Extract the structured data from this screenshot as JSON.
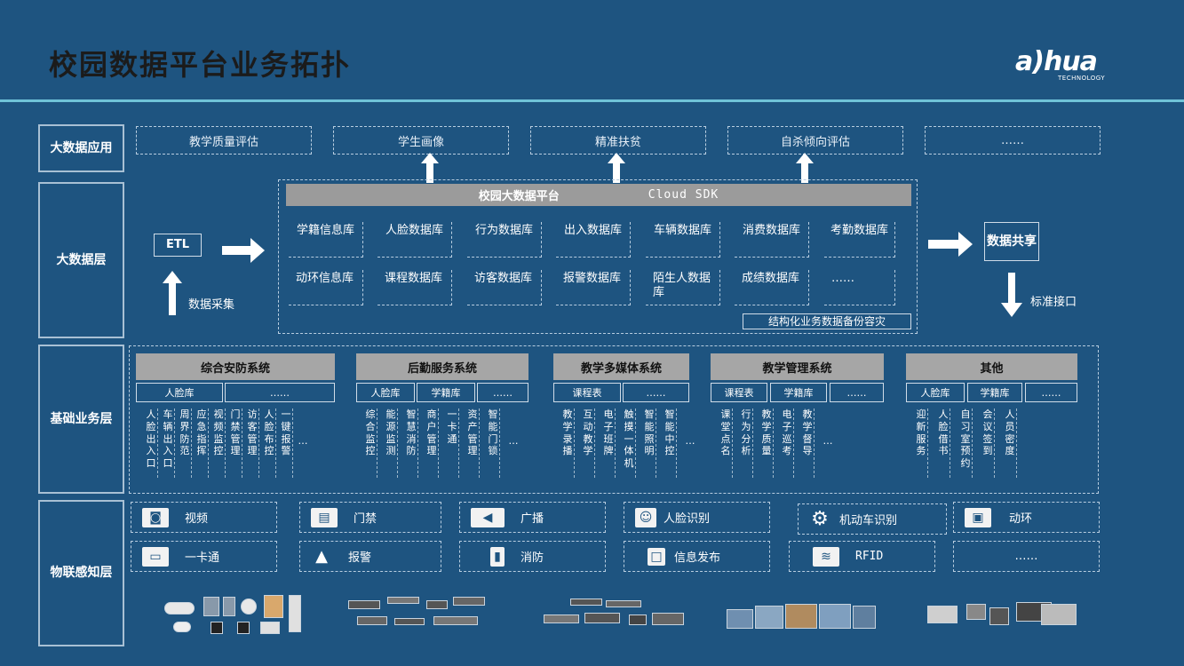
{
  "header": {
    "title": "校园数据平台业务拓扑",
    "logo_main": "a)hua",
    "logo_sub": "TECHNOLOGY"
  },
  "layers": {
    "app": "大数据应用",
    "bigdata": "大数据层",
    "business": "基础业务层",
    "iot": "物联感知层"
  },
  "applications": [
    "教学质量评估",
    "学生画像",
    "精准扶贫",
    "自杀倾向评估",
    "……"
  ],
  "bigdata": {
    "etl": "ETL",
    "collect": "数据采集",
    "platform": "校园大数据平台",
    "sdk": "Cloud SDK",
    "row1": [
      "学籍信息库",
      "人脸数据库",
      "行为数据库",
      "出入数据库",
      "车辆数据库",
      "消费数据库",
      "考勤数据库"
    ],
    "row2": [
      "动环信息库",
      "课程数据库",
      "访客数据库",
      "报警数据库",
      "陌生人数据库",
      "成绩数据库",
      "……"
    ],
    "backup": "结构化业务数据备份容灾",
    "share": "数据共享",
    "interface": "标准接口"
  },
  "systems": [
    {
      "name": "综合安防系统",
      "subs": [
        "人脸库",
        "……"
      ],
      "items": [
        "人脸出入口",
        "车辆出入口",
        "周界防范",
        "应急指挥",
        "视频监控",
        "门禁管理",
        "访客管理",
        "人脸布控",
        "一键报警",
        "…"
      ]
    },
    {
      "name": "后勤服务系统",
      "subs": [
        "人脸库",
        "学籍库",
        "……"
      ],
      "items": [
        "综合监控",
        "能源监测",
        "智慧消防",
        "商户管理",
        "一卡通",
        "资产管理",
        "智能门锁",
        "…"
      ]
    },
    {
      "name": "教学多媒体系统",
      "subs": [
        "课程表",
        "……"
      ],
      "items": [
        "教学录播",
        "互动教学",
        "电子班牌",
        "触摸一体机",
        "智能照明",
        "智能中控",
        "…"
      ]
    },
    {
      "name": "教学管理系统",
      "subs": [
        "课程表",
        "学籍库",
        "……"
      ],
      "items": [
        "课堂点名",
        "行为分析",
        "教学质量",
        "电子巡考",
        "教学督导",
        "…"
      ]
    },
    {
      "name": "其他",
      "subs": [
        "人脸库",
        "学籍库",
        "……"
      ],
      "items": [
        "迎新服务",
        "人脸借书",
        "自习室预约",
        "会议签到",
        "人员密度"
      ]
    }
  ],
  "sensing": [
    [
      "视频",
      "门禁",
      "广播",
      "人脸识别",
      "机动车识别",
      "动环"
    ],
    [
      "一卡通",
      "报警",
      "消防",
      "信息发布",
      "RFID",
      "……"
    ]
  ],
  "icons": {
    "sensing": [
      [
        "camera-icon",
        "badge-icon",
        "speaker-icon",
        "face-icon",
        "gear-icon",
        "monitor-icon"
      ],
      [
        "card-icon",
        "alarm-light-icon",
        "extinguisher-icon",
        "screen-icon",
        "rfid-icon",
        ""
      ]
    ]
  }
}
